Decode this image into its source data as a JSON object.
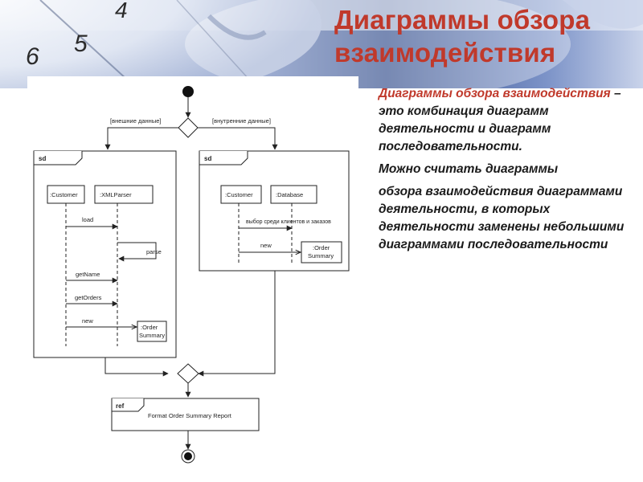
{
  "slide": {
    "title_line1": "Диаграммы обзора",
    "title_line2": "взаимодействия",
    "para1_accent": "Диаграммы обзора взаимодействия",
    "para1_rest": " – это комбинация диаграмм деятельности и диаграмм последовательности.",
    "para2": "Можно считать диаграммы",
    "para3": "обзора взаимодействия диаграммами деятельности, в которых деятельности заменены небольшими диаграммами последовательности"
  },
  "diagram": {
    "guard_external": "[внешние данные]",
    "guard_internal": "[внутренние данные]",
    "left_frame": {
      "tag": "sd",
      "lifeline_customer": ":Customer",
      "lifeline_parser": ":XMLParser",
      "msg_load": "load",
      "msg_parse": "parse",
      "msg_getname": "getName",
      "msg_getorders": "getOrders",
      "msg_new": "new",
      "order_line1": ":Order",
      "order_line2": "Summary"
    },
    "right_frame": {
      "tag": "sd",
      "lifeline_customer": ":Customer",
      "lifeline_database": ":Database",
      "msg_select": "выбор среди клиентов и заказов",
      "msg_new": "new",
      "order_line1": ":Order",
      "order_line2": "Summary"
    },
    "ref_frame": {
      "tag": "ref",
      "label": "Format Order Summary Report"
    }
  },
  "colors": {
    "title": "#c0392b",
    "accent": "#c0392b",
    "text": "#1a1a1a",
    "bg_band": "#2f4a8a"
  }
}
